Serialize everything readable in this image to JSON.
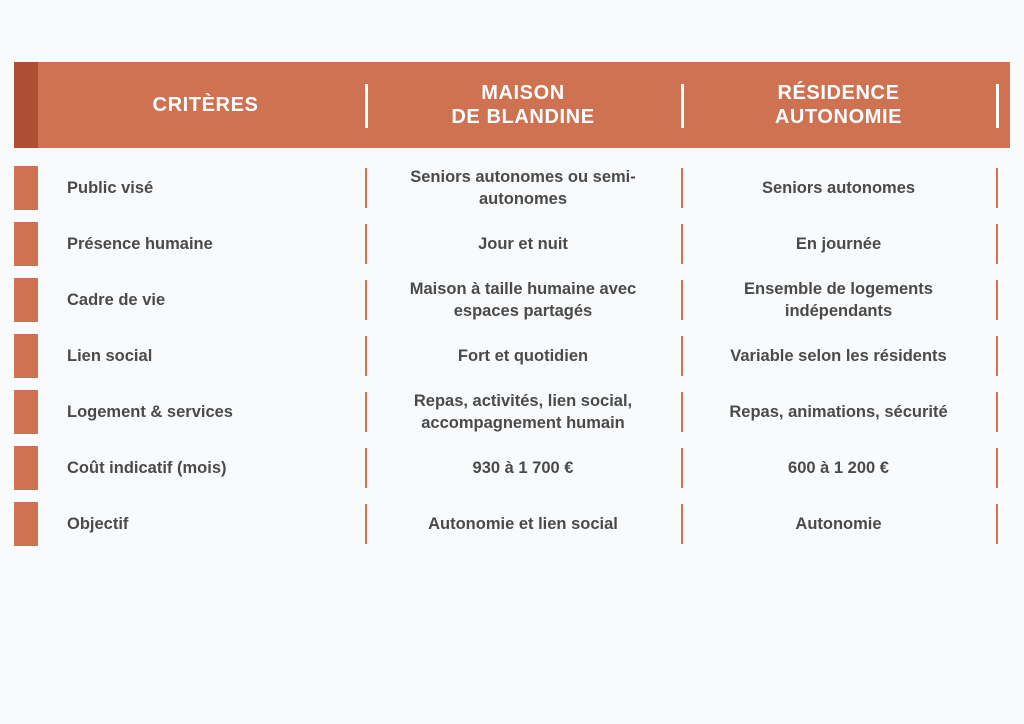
{
  "colors": {
    "background": "#f8fafc",
    "header_bar": "#ce7252",
    "header_accent": "#ae4e32",
    "bullet": "#ce7252",
    "divider_body": "#d4714f",
    "divider_header": "#ffffff",
    "text": "#4a4a4a",
    "header_text": "#ffffff"
  },
  "header": {
    "criteria": "CRITÈRES",
    "column_b_line1": "MAISON",
    "column_b_line2": "DE BLANDINE",
    "column_c_line1": "RÉSIDENCE",
    "column_c_line2": "AUTONOMIE"
  },
  "rows": [
    {
      "criteria": "Public visé",
      "maison": "Seniors autonomes ou semi-autonomes",
      "residence": "Seniors autonomes"
    },
    {
      "criteria": "Présence humaine",
      "maison": "Jour et nuit",
      "residence": "En journée"
    },
    {
      "criteria": "Cadre de vie",
      "maison": "Maison à taille humaine avec espaces partagés",
      "residence": "Ensemble de logements indépendants"
    },
    {
      "criteria": "Lien social",
      "maison": "Fort et quotidien",
      "residence": "Variable selon les résidents"
    },
    {
      "criteria": "Logement & services",
      "maison": "Repas, activités, lien social, accompagnement humain",
      "residence": "Repas, animations, sécurité"
    },
    {
      "criteria": "Coût indicatif (mois)",
      "maison": "930 à 1 700 €",
      "residence": "600 à 1 200 €"
    },
    {
      "criteria": "Objectif",
      "maison": "Autonomie et lien social",
      "residence": "Autonomie"
    }
  ]
}
